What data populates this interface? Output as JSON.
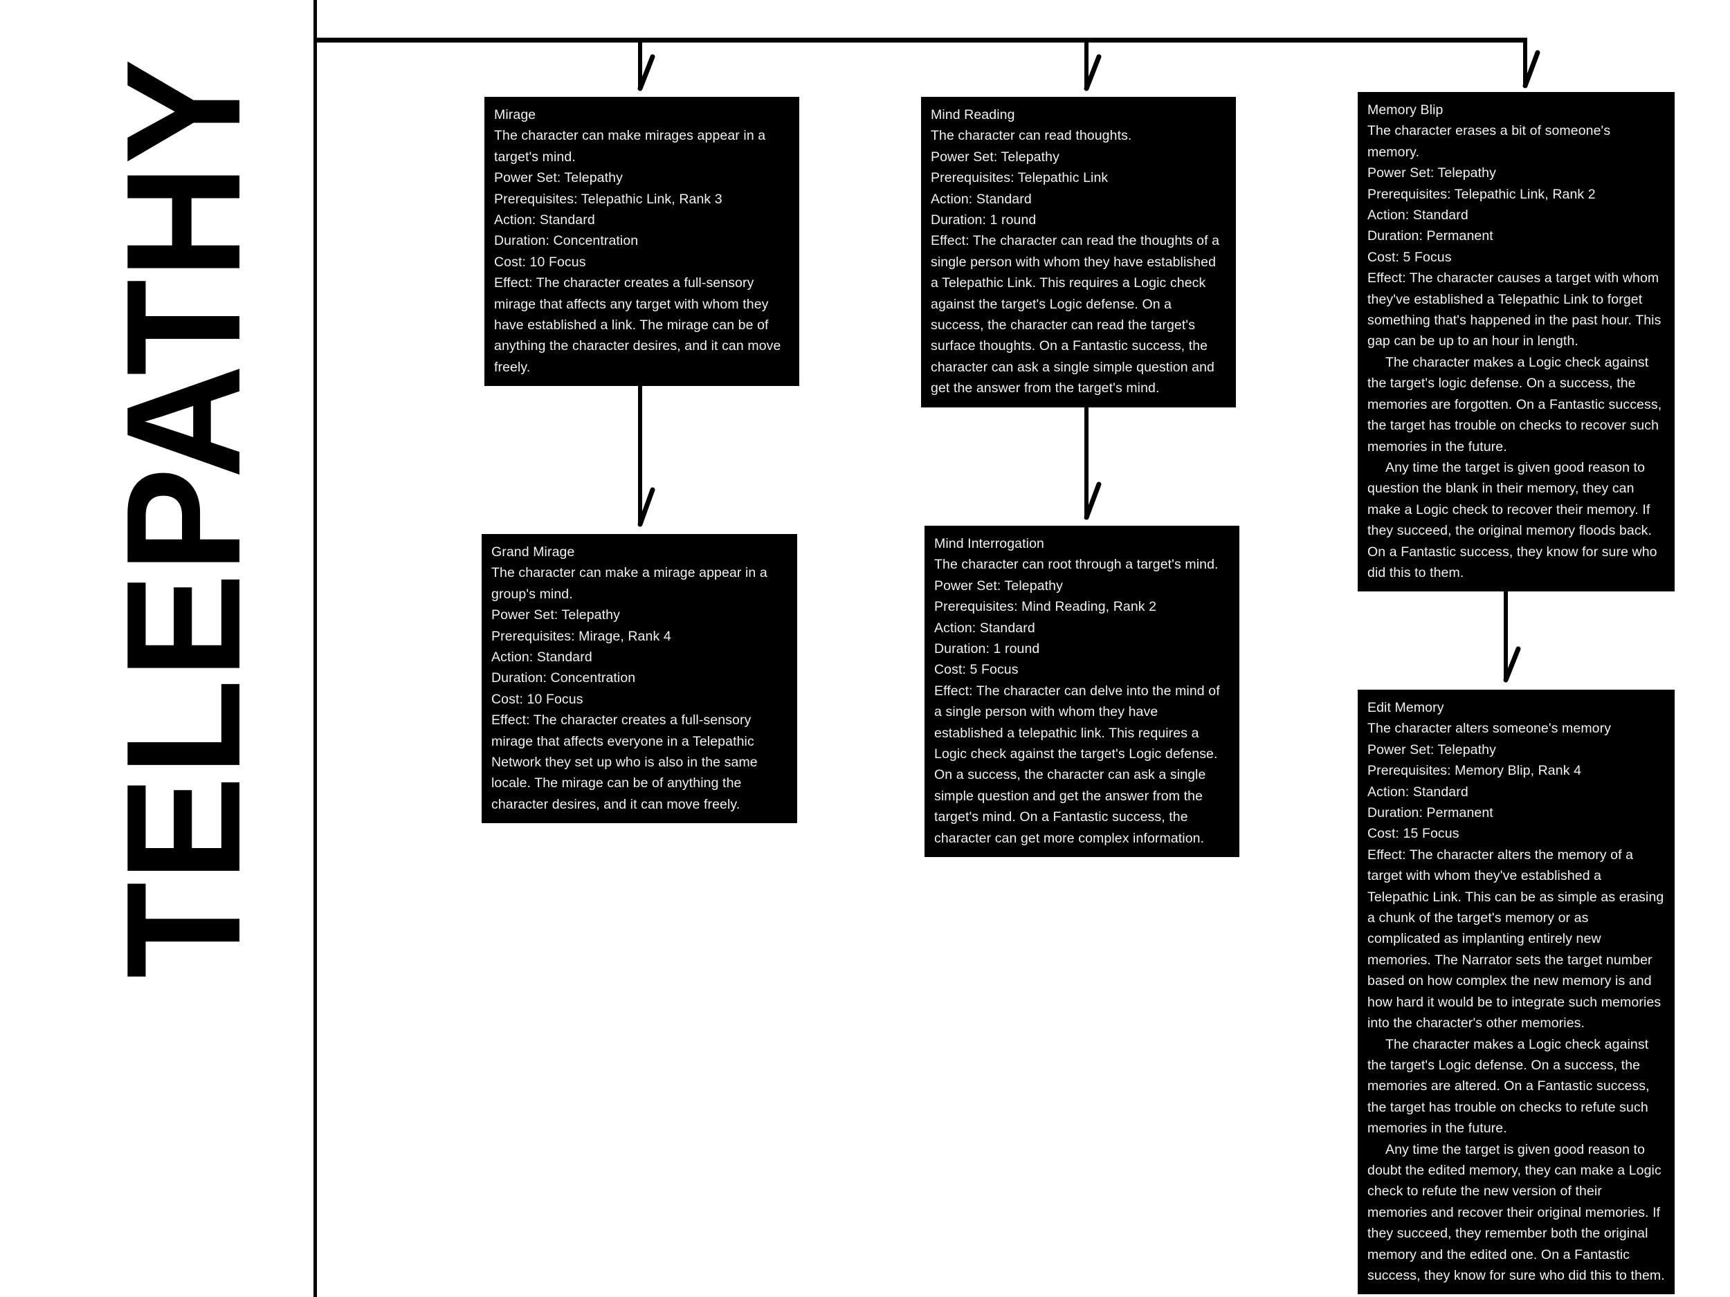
{
  "page": {
    "title": "TELEPATHY",
    "background_color": "#ffffff",
    "card_color": "#000000",
    "card_text_color": "#f2f2f2",
    "line_color": "#000000"
  },
  "tree": {
    "root_label": "TELEPATHY",
    "branches": [
      {
        "from": "TELEPATHY",
        "to": "Mirage"
      },
      {
        "from": "TELEPATHY",
        "to": "Mind Reading"
      },
      {
        "from": "TELEPATHY",
        "to": "Memory Blip"
      },
      {
        "from": "Mirage",
        "to": "Grand Mirage"
      },
      {
        "from": "Mind Reading",
        "to": "Mind Interrogation"
      },
      {
        "from": "Memory Blip",
        "to": "Edit Memory"
      }
    ]
  },
  "cards": {
    "mirage": {
      "title": "Mirage",
      "summary": "The character can make mirages appear in a target's mind.",
      "power_set": "Power Set: Telepathy",
      "prerequisites": "Prerequisites: Telepathic Link, Rank 3",
      "action": "Action: Standard",
      "duration": "Duration: Concentration",
      "cost": "Cost: 10 Focus",
      "effect": "Effect: The character creates a full-sensory mirage that affects any target with whom they have established a link.  The mirage can be of anything the character desires, and it can move freely."
    },
    "grand_mirage": {
      "title": "Grand Mirage",
      "summary": "The character can make a mirage appear in a group's mind.",
      "power_set": "Power Set: Telepathy",
      "prerequisites": "Prerequisites: Mirage, Rank 4",
      "action": "Action: Standard",
      "duration": "Duration: Concentration",
      "cost": "Cost: 10 Focus",
      "effect": "Effect: The character creates a full-sensory mirage that affects everyone in a Telepathic Network they set up who is also in the same locale. The mirage can be of anything the character desires, and it can move freely."
    },
    "mind_reading": {
      "title": "Mind Reading",
      "summary": "The character can read thoughts.",
      "power_set": "Power Set: Telepathy",
      "prerequisites": "Prerequisites: Telepathic Link",
      "action": "Action: Standard",
      "duration": "Duration: 1 round",
      "effect": "Effect: The character can read the thoughts of a single person with whom they have established a Telepathic Link. This requires a Logic check against the target's Logic defense. On a success, the character can read the target's surface thoughts. On a Fantastic success, the character can ask a single simple question and get the answer from the target's mind."
    },
    "mind_interrogation": {
      "title": "Mind Interrogation",
      "summary": "The character can root through a target's mind.",
      "power_set": "Power Set: Telepathy",
      "prerequisites": "Prerequisites: Mind Reading, Rank 2",
      "action": "Action: Standard",
      "duration": "Duration: 1 round",
      "cost": "Cost: 5 Focus",
      "effect": "Effect: The character can delve into the mind of a single person with whom they have established a telepathic link. This requires a Logic check against the target's Logic defense. On a success, the character can ask a single simple question and get the answer from the target's mind. On a Fantastic success, the character can get more complex information."
    },
    "memory_blip": {
      "title": "Memory Blip",
      "summary": "The character erases a bit of someone's memory.",
      "power_set": "Power Set: Telepathy",
      "prerequisites": "Prerequisites: Telepathic Link, Rank 2",
      "action": "Action: Standard",
      "duration": "Duration: Permanent",
      "cost": "Cost: 5 Focus",
      "effect": "Effect: The character causes a target with whom they've established a Telepathic Link to forget something that's happened in the past hour. This gap can be up to an hour in length.",
      "paragraph_2": "The character makes a Logic check against the target's logic defense. On a success, the memories are forgotten. On a Fantastic success, the target has trouble on checks to recover such memories in the future.",
      "paragraph_3": "Any time the target is given good reason to question the blank in their memory, they can make a Logic check to recover their memory. If they succeed, the original memory floods back. On a Fantastic success, they know for sure who did this to them."
    },
    "edit_memory": {
      "title": "Edit Memory",
      "summary": "The character alters someone's memory",
      "power_set": "Power Set: Telepathy",
      "prerequisites": "Prerequisites: Memory Blip, Rank 4",
      "action": "Action: Standard",
      "duration": "Duration: Permanent",
      "cost": "Cost: 15 Focus",
      "effect": "Effect: The character alters the memory of a target with whom they've established a Telepathic Link. This can be as simple as erasing a chunk of the target's memory or as complicated as implanting entirely new memories.  The Narrator sets the target number based on how complex the new memory is and how hard it would be to integrate such memories into the character's other memories.",
      "paragraph_2": "The character makes a Logic check against the target's Logic defense. On a success, the memories are altered. On a Fantastic success, the target has trouble on checks to refute such memories in the future.",
      "paragraph_3": "Any time the target is given good reason to doubt the edited memory, they can make a Logic check to refute the new version of their memories and recover their original memories. If they succeed, they remember both the original memory and the edited one. On a Fantastic success, they know for sure who did this to them."
    }
  }
}
